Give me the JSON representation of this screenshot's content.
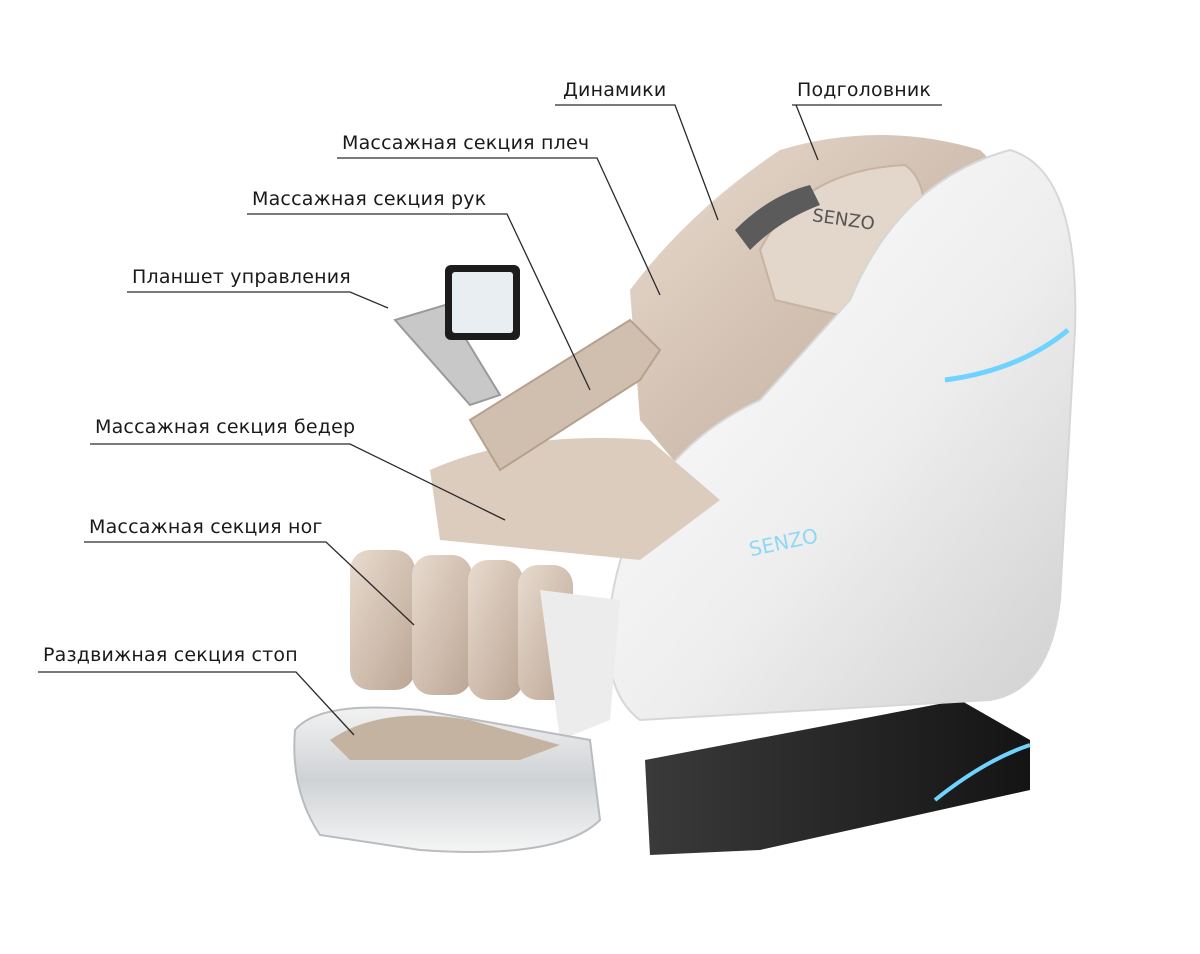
{
  "labels": {
    "speakers": "Динамики",
    "headrest": "Подголовник",
    "shoulders": "Массажная секция плеч",
    "arms": "Массажная секция рук",
    "tablet": "Планшет управления",
    "hips": "Массажная секция бедер",
    "legs": "Массажная секция ног",
    "feet": "Раздвижная секция стоп"
  },
  "brand": {
    "logo": "SENZO",
    "accent_color": "#6fd3ff",
    "upholstery_color": "#d8c6b6",
    "shell_color": "#f4f4f4",
    "base_color": "#1e1e1e"
  }
}
